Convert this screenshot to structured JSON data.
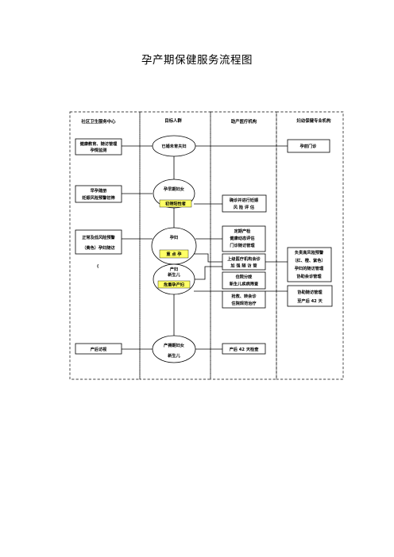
{
  "title": "孕产期保健服务流程图",
  "columns": {
    "community": "社区卫生服务中心",
    "target": "目标人群",
    "midwifery": "助产医疗机构",
    "maternal": "妇幼保健专业机构"
  },
  "community_boxes": {
    "b1": [
      "健康教育、随访管理",
      "孕情监测"
    ],
    "b2": [
      "早孕建册",
      "妊娠风险预警初筛"
    ],
    "b3": [
      "正常及低风险预警",
      "（黄色）孕妇随访"
    ],
    "b4": [
      "产后访视"
    ]
  },
  "stray_mark": "(",
  "target_nodes": {
    "n1": [
      "已婚未育夫妇"
    ],
    "n2": [
      "孕早期妇女"
    ],
    "n2_tag": "初筛阳性者",
    "n3": [
      "孕妇"
    ],
    "n3_tag": "重 点 孕",
    "n4": [
      "产妇",
      "新生儿"
    ],
    "n4_tag": "危重孕产妇",
    "n5": [
      "产褥期妇女",
      "新生儿"
    ]
  },
  "midwifery_boxes": {
    "m1": [
      "确诊并进行妊娠",
      "风 险 评 估"
    ],
    "m2": [
      "定期产检",
      "健康动态评估",
      "门诊随访管理"
    ],
    "m3": [
      "上级医疗机构会诊",
      "加 强 随 访 管"
    ],
    "m4": [
      "住院分娩",
      "新生儿疾病筛查"
    ],
    "m5": [
      "抢救、转会诊",
      "住院规范治疗"
    ],
    "m6": [
      "产后 42 天检查"
    ]
  },
  "maternal_boxes": {
    "p1": [
      "孕前门诊"
    ],
    "p2": [
      "负责高风险预警",
      "（红、橙、紫色）",
      "孕妇的随访管理",
      "协助会诊管理"
    ],
    "p3": [
      "协助随访管理",
      "至产后 42 天"
    ]
  },
  "colors": {
    "tag_fill": "#ffff66",
    "line": "#000000"
  }
}
